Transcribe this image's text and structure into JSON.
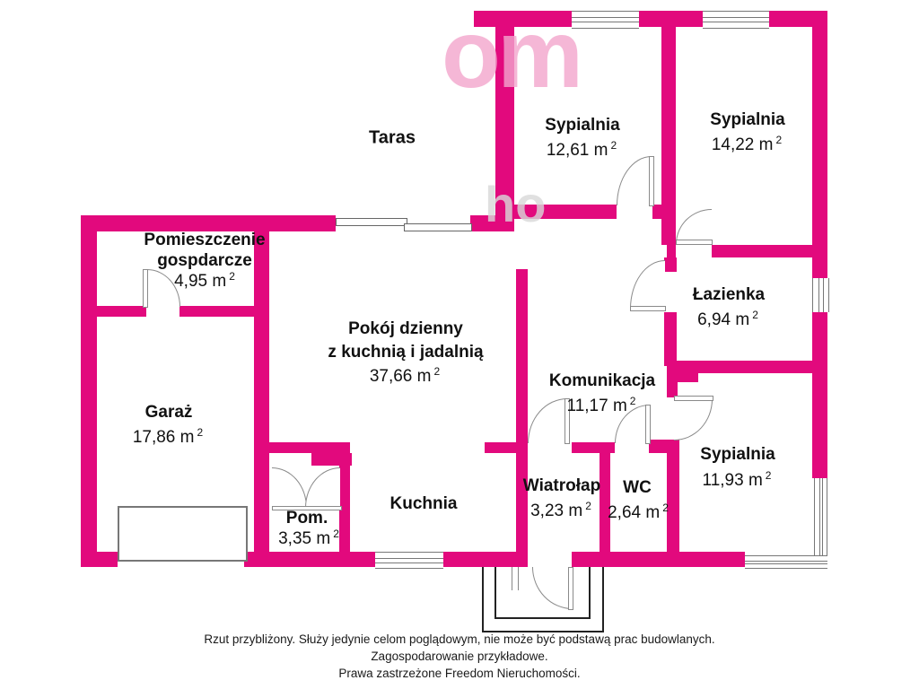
{
  "title": "Rzut mieszkania - plan pietra",
  "colors": {
    "wall": "#e2097d",
    "door_line": "#8a8a8a",
    "window_line": "#777777"
  },
  "labels": {
    "sup": "2"
  },
  "watermark": {
    "part1": "om",
    "part2": "ho"
  },
  "rooms": {
    "terrace": {
      "name": "Taras"
    },
    "bedroom1": {
      "name": "Sypialnia",
      "area": "12,61 m"
    },
    "bedroom2": {
      "name": "Sypialnia",
      "area": "14,22 m"
    },
    "utility": {
      "name_line1": "Pomieszczenie",
      "name_line2": "gospdarcze",
      "area": "4,95 m"
    },
    "living": {
      "name_line1": "Pokój dzienny",
      "name_line2": "z kuchnią i jadalnią",
      "area": "37,66 m"
    },
    "bathroom": {
      "name": "Łazienka",
      "area": "6,94 m"
    },
    "garage": {
      "name": "Garaż",
      "area": "17,86 m"
    },
    "hall": {
      "name": "Komunikacja",
      "area": "11,17 m"
    },
    "bedroom3": {
      "name": "Sypialnia",
      "area": "11,93 m"
    },
    "vestibule": {
      "name": "Wiatrołap",
      "area": "3,23 m"
    },
    "wc": {
      "name": "WC",
      "area": "2,64 m"
    },
    "kitchen": {
      "name": "Kuchnia"
    },
    "storage": {
      "name": "Pom.",
      "area": "3,35 m"
    }
  },
  "footer": {
    "line1": "Rzut przybliżony. Służy jedynie celom poglądowym, nie może być podstawą prac budowlanych.",
    "line2": "Zagospodarowanie przykładowe.",
    "line3": "Prawa zastrzeżone Freedom Nieruchomości."
  }
}
